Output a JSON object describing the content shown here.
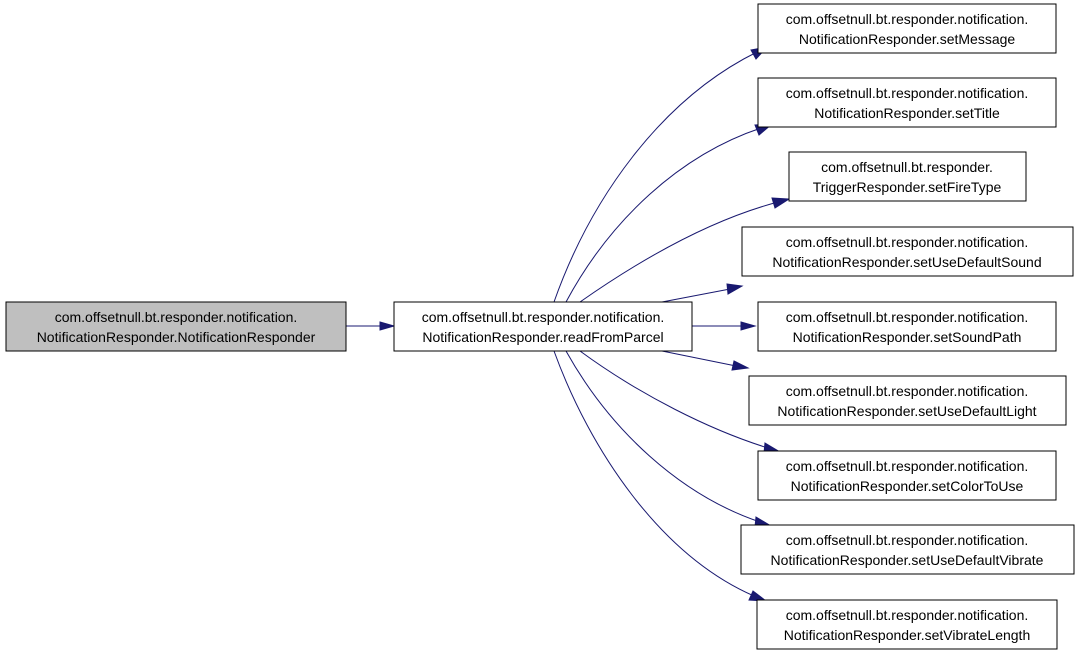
{
  "colors": {
    "root_fill": "#bfbfbf",
    "node_fill": "#ffffff",
    "border": "#000000",
    "edge": "#191970"
  },
  "nodes": [
    {
      "id": "root",
      "line1": "com.offsetnull.bt.responder.notification.",
      "line2": "NotificationResponder.NotificationResponder"
    },
    {
      "id": "readFromParcel",
      "line1": "com.offsetnull.bt.responder.notification.",
      "line2": "NotificationResponder.readFromParcel"
    },
    {
      "id": "setMessage",
      "line1": "com.offsetnull.bt.responder.notification.",
      "line2": "NotificationResponder.setMessage"
    },
    {
      "id": "setTitle",
      "line1": "com.offsetnull.bt.responder.notification.",
      "line2": "NotificationResponder.setTitle"
    },
    {
      "id": "setFireType",
      "line1": "com.offsetnull.bt.responder.",
      "line2": "TriggerResponder.setFireType"
    },
    {
      "id": "setUseDefaultSound",
      "line1": "com.offsetnull.bt.responder.notification.",
      "line2": "NotificationResponder.setUseDefaultSound"
    },
    {
      "id": "setSoundPath",
      "line1": "com.offsetnull.bt.responder.notification.",
      "line2": "NotificationResponder.setSoundPath"
    },
    {
      "id": "setUseDefaultLight",
      "line1": "com.offsetnull.bt.responder.notification.",
      "line2": "NotificationResponder.setUseDefaultLight"
    },
    {
      "id": "setColorToUse",
      "line1": "com.offsetnull.bt.responder.notification.",
      "line2": "NotificationResponder.setColorToUse"
    },
    {
      "id": "setUseDefaultVibrate",
      "line1": "com.offsetnull.bt.responder.notification.",
      "line2": "NotificationResponder.setUseDefaultVibrate"
    },
    {
      "id": "setVibrateLength",
      "line1": "com.offsetnull.bt.responder.notification.",
      "line2": "NotificationResponder.setVibrateLength"
    }
  ],
  "edges": [
    {
      "from": "root",
      "to": "readFromParcel"
    },
    {
      "from": "readFromParcel",
      "to": "setMessage"
    },
    {
      "from": "readFromParcel",
      "to": "setTitle"
    },
    {
      "from": "readFromParcel",
      "to": "setFireType"
    },
    {
      "from": "readFromParcel",
      "to": "setUseDefaultSound"
    },
    {
      "from": "readFromParcel",
      "to": "setSoundPath"
    },
    {
      "from": "readFromParcel",
      "to": "setUseDefaultLight"
    },
    {
      "from": "readFromParcel",
      "to": "setColorToUse"
    },
    {
      "from": "readFromParcel",
      "to": "setUseDefaultVibrate"
    },
    {
      "from": "readFromParcel",
      "to": "setVibrateLength"
    }
  ]
}
